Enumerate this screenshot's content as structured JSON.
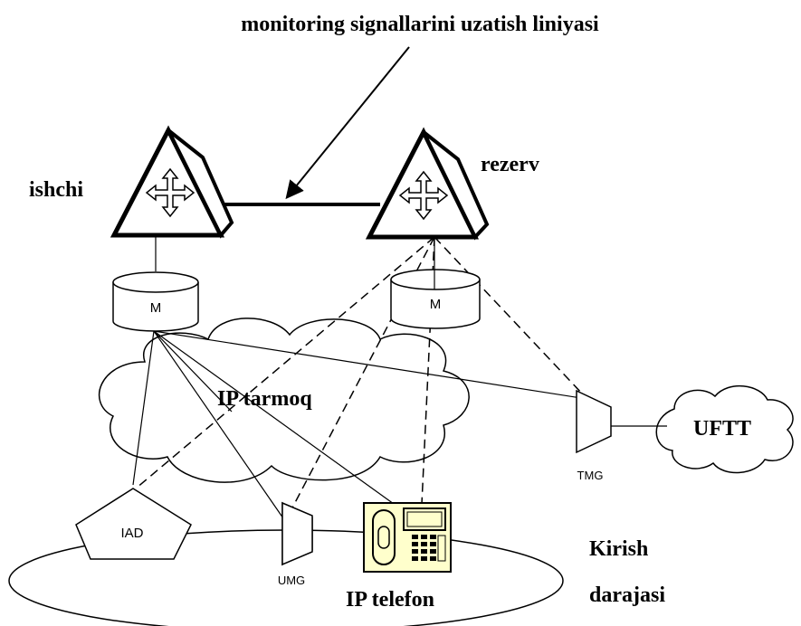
{
  "title": "monitoring signallarini uzatish liniyasi",
  "labels": {
    "working": "ishchi",
    "backup": "rezerv",
    "network": "IP tarmoq",
    "pstn": "UFTT",
    "access_level_line1": "Kirish",
    "access_level_line2": "darajasi",
    "ip_phone": "IP telefon"
  },
  "nodes": {
    "media_server_left": "M",
    "media_server_right": "M",
    "iad": "IAD",
    "umg": "UMG",
    "tmg": "TMG"
  },
  "colors": {
    "phone_fill": "#ffffcc",
    "line": "#000000"
  }
}
